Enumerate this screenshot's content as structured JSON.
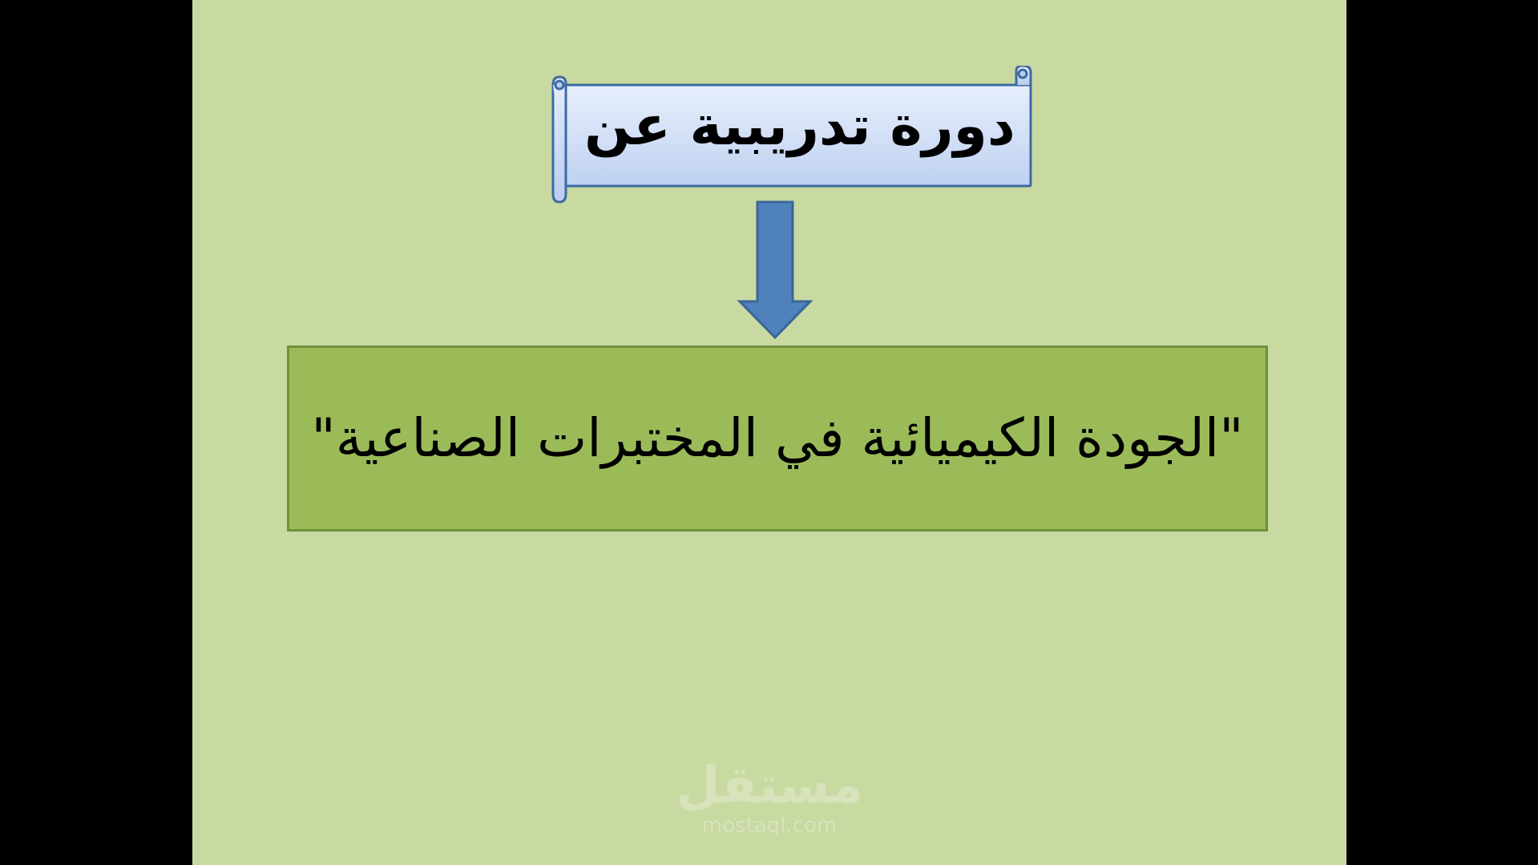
{
  "slide": {
    "background_color": "#c8d9a1",
    "title": "دورة تدريبية عن",
    "subtitle": "\"الجودة الكيميائية في المختبرات الصناعية\"",
    "banner_fill_top": "#e6eefb",
    "banner_fill_bottom": "#b9cdf0",
    "banner_stroke": "#3d6aa3",
    "arrow_color": "#4f81bd",
    "box_fill": "#9bbb59",
    "box_stroke": "#6f8f3a"
  },
  "watermark": {
    "arabic": "مستقل",
    "latin": "mostaql.com"
  }
}
